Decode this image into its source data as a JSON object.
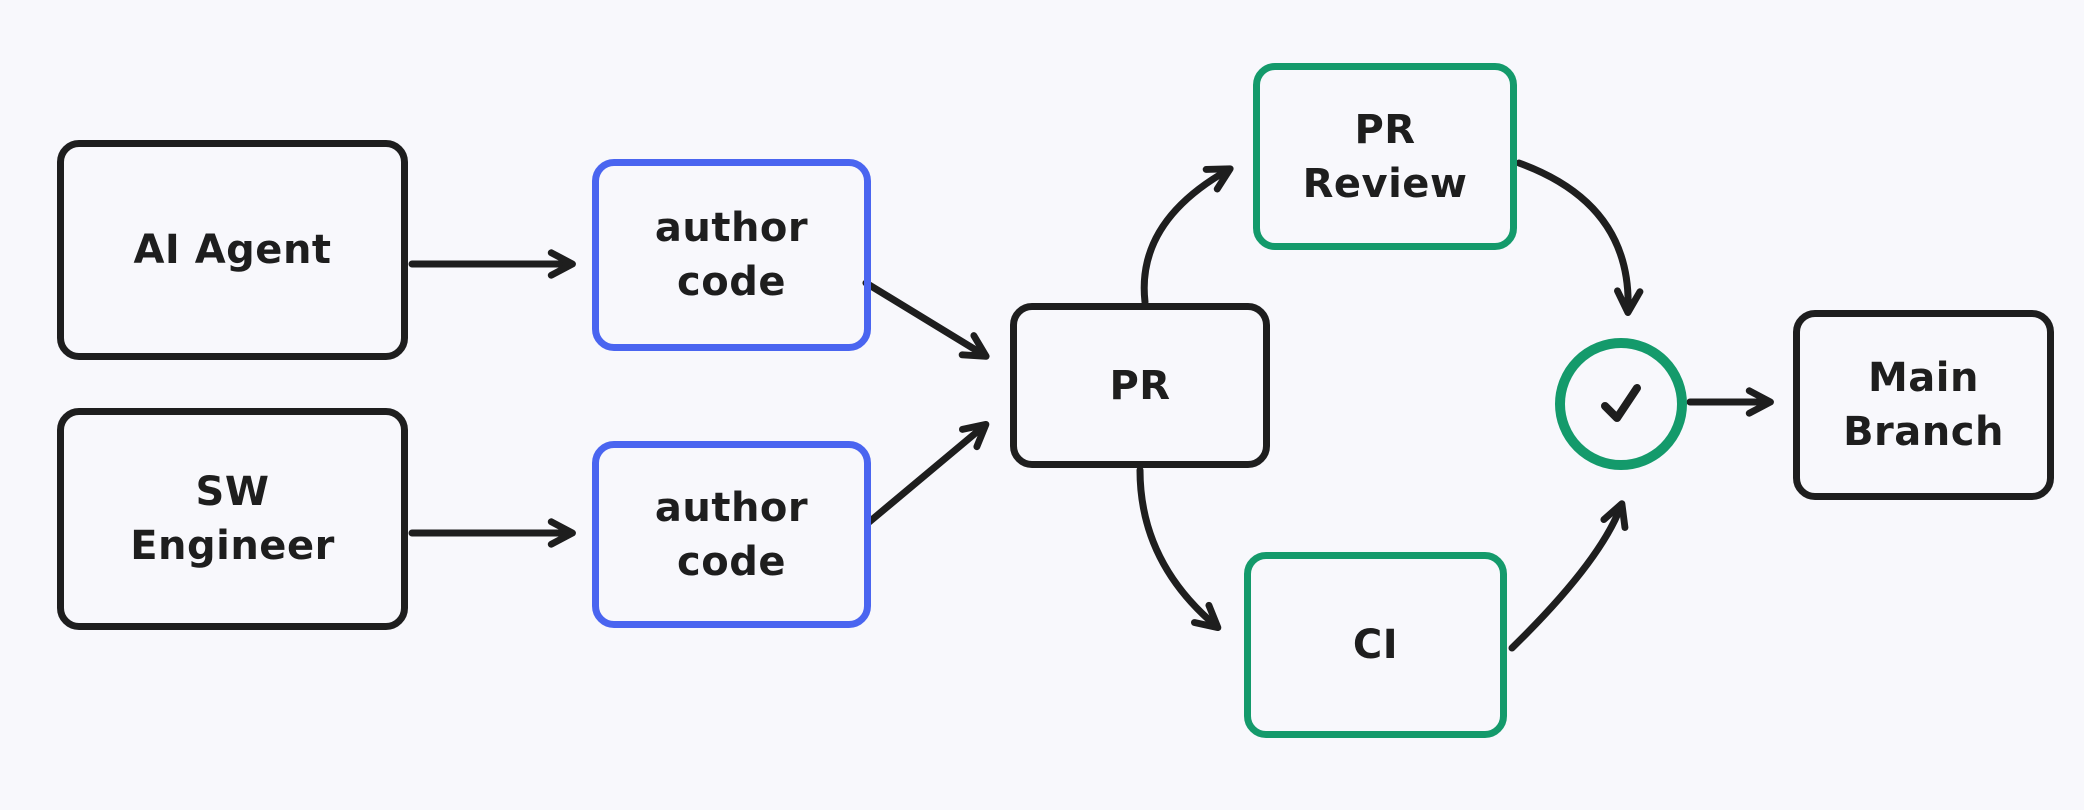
{
  "colors": {
    "background": "#f8f8fc",
    "stroke_black": "#1e1e1e",
    "accent_blue": "#4a65f0",
    "accent_green": "#149a6b"
  },
  "diagram": {
    "type": "flowchart",
    "nodes": {
      "ai_agent": {
        "label": "AI Agent",
        "stroke": "black"
      },
      "sw_engineer": {
        "label": "SW Engineer",
        "stroke": "black"
      },
      "author_code_top": {
        "label": "author code",
        "stroke": "blue"
      },
      "author_code_bottom": {
        "label": "author code",
        "stroke": "blue"
      },
      "pr": {
        "label": "PR",
        "stroke": "black"
      },
      "pr_review": {
        "label": "PR Review",
        "stroke": "green"
      },
      "ci": {
        "label": "CI",
        "stroke": "green"
      },
      "check": {
        "icon": "check-icon",
        "glyph": "✓",
        "stroke": "green"
      },
      "main_branch": {
        "label": "Main Branch",
        "stroke": "black"
      }
    },
    "edges": [
      {
        "from": "ai_agent",
        "to": "author_code_top"
      },
      {
        "from": "sw_engineer",
        "to": "author_code_bottom"
      },
      {
        "from": "author_code_top",
        "to": "pr"
      },
      {
        "from": "author_code_bottom",
        "to": "pr"
      },
      {
        "from": "pr",
        "to": "pr_review"
      },
      {
        "from": "pr",
        "to": "ci"
      },
      {
        "from": "pr_review",
        "to": "check"
      },
      {
        "from": "ci",
        "to": "check"
      },
      {
        "from": "check",
        "to": "main_branch"
      }
    ]
  }
}
